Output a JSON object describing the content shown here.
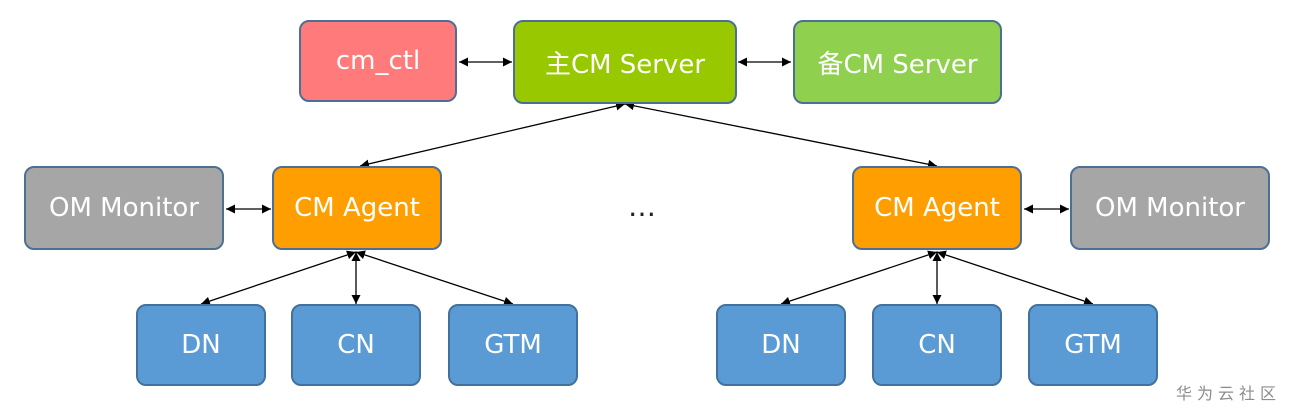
{
  "nodes": {
    "cm_ctl": "cm_ctl",
    "primary_server": "主CM Server",
    "standby_server": "备CM Server",
    "left_monitor": "OM Monitor",
    "left_agent": "CM Agent",
    "right_agent": "CM Agent",
    "right_monitor": "OM Monitor",
    "left_dn": "DN",
    "left_cn": "CN",
    "left_gtm": "GTM",
    "right_dn": "DN",
    "right_cn": "CN",
    "right_gtm": "GTM"
  },
  "ellipsis": "…",
  "watermark": "华为云社区",
  "colors": {
    "cm_ctl": "#ff7b7b",
    "primary_server": "#98c800",
    "standby_server": "#8fd14e",
    "monitor": "#a6a6a6",
    "agent": "#ff9e00",
    "instance": "#5b9bd5",
    "border": "#41719c"
  }
}
